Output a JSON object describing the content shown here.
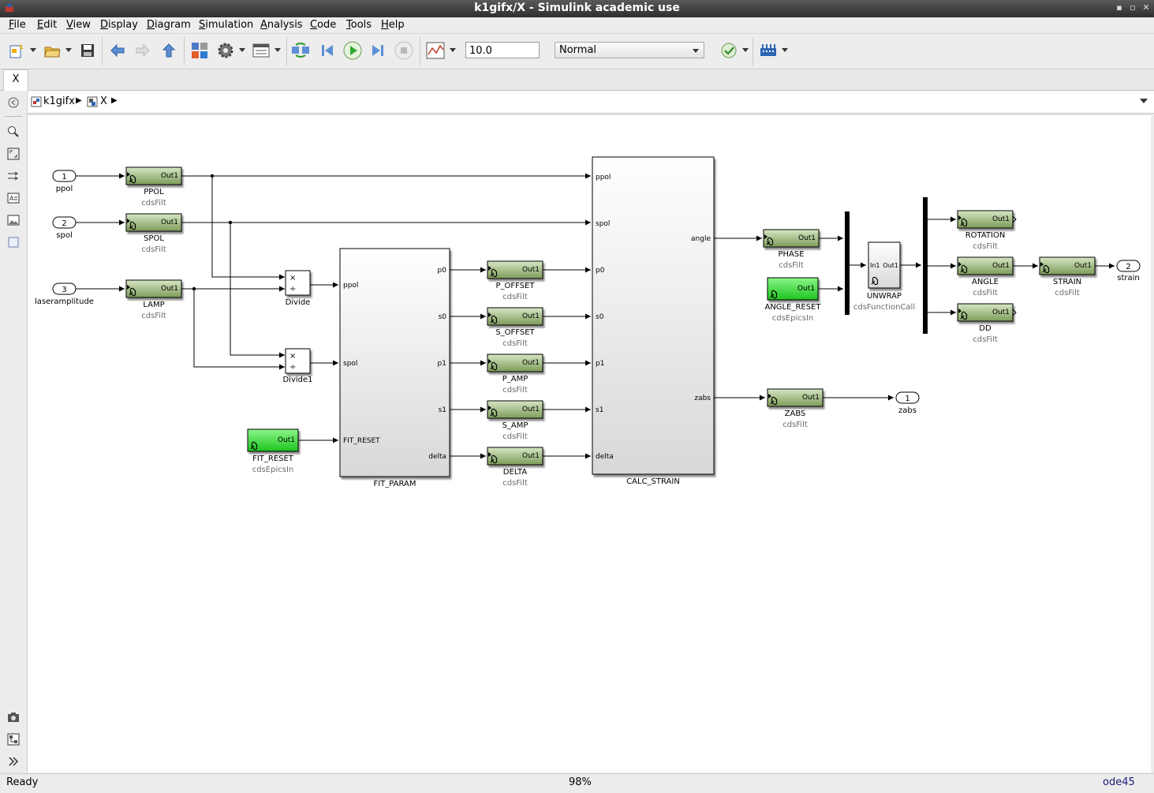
{
  "window": {
    "title": "k1gifx/X - Simulink academic use",
    "min_glyph": "▪",
    "max_glyph": "▫",
    "close_glyph": "✕"
  },
  "menubar": [
    "File",
    "Edit",
    "View",
    "Display",
    "Diagram",
    "Simulation",
    "Analysis",
    "Code",
    "Tools",
    "Help"
  ],
  "menu_underline": [
    "F",
    "E",
    "V",
    "D",
    "D",
    "S",
    "A",
    "C",
    "T",
    "H"
  ],
  "toolbar": {
    "stop_time": "10.0",
    "sim_mode": "Normal"
  },
  "tabs": [
    {
      "label": "X"
    }
  ],
  "breadcrumb": {
    "root": "k1gifx",
    "child": "X",
    "sep": "▶"
  },
  "statusbar": {
    "status": "Ready",
    "zoom": "98%",
    "solver": "ode45"
  },
  "colors": {
    "filt_top": "#cfe0ba",
    "filt_bottom": "#7f9e5c",
    "epics_top": "#7cf27c",
    "epics_bottom": "#20c820",
    "accent": "#1b1b7a"
  },
  "diagram": {
    "inports": [
      {
        "num": "1",
        "label": "ppol"
      },
      {
        "num": "2",
        "label": "spol"
      },
      {
        "num": "3",
        "label": "laseramplitude"
      }
    ],
    "outports": [
      {
        "num": "2",
        "label": "strain"
      },
      {
        "num": "1",
        "label": "zabs"
      }
    ],
    "filt_blocks": [
      {
        "name": "PPOL",
        "lib": "cdsFilt",
        "port": "Out1"
      },
      {
        "name": "SPOL",
        "lib": "cdsFilt",
        "port": "Out1"
      },
      {
        "name": "LAMP",
        "lib": "cdsFilt",
        "port": "Out1"
      },
      {
        "name": "P_OFFSET",
        "lib": "cdsFilt",
        "port": "Out1"
      },
      {
        "name": "S_OFFSET",
        "lib": "cdsFilt",
        "port": "Out1"
      },
      {
        "name": "P_AMP",
        "lib": "cdsFilt",
        "port": "Out1"
      },
      {
        "name": "S_AMP",
        "lib": "cdsFilt",
        "port": "Out1"
      },
      {
        "name": "DELTA",
        "lib": "cdsFilt",
        "port": "Out1"
      },
      {
        "name": "PHASE",
        "lib": "cdsFilt",
        "port": "Out1"
      },
      {
        "name": "ZABS",
        "lib": "cdsFilt",
        "port": "Out1"
      },
      {
        "name": "ROTATION",
        "lib": "cdsFilt",
        "port": "Out1"
      },
      {
        "name": "ANGLE",
        "lib": "cdsFilt",
        "port": "Out1"
      },
      {
        "name": "DD",
        "lib": "cdsFilt",
        "port": "Out1"
      },
      {
        "name": "STRAIN",
        "lib": "cdsFilt",
        "port": "Out1"
      }
    ],
    "epics_blocks": [
      {
        "name": "FIT_RESET",
        "lib": "cdsEpicsIn",
        "port": "Out1"
      },
      {
        "name": "ANGLE_RESET",
        "lib": "cdsEpicsIn",
        "port": "Out1"
      }
    ],
    "divide_blocks": [
      {
        "name": "Divide",
        "ops": [
          "×",
          "÷"
        ]
      },
      {
        "name": "Divide1",
        "ops": [
          "×",
          "÷"
        ]
      }
    ],
    "fit_param": {
      "name": "FIT_PARAM",
      "inputs": [
        "ppol",
        "spol",
        "FIT_RESET"
      ],
      "outputs": [
        "p0",
        "s0",
        "p1",
        "s1",
        "delta"
      ]
    },
    "calc_strain": {
      "name": "CALC_STRAIN",
      "inputs": [
        "ppol",
        "spol",
        "p0",
        "s0",
        "p1",
        "s1",
        "delta"
      ],
      "outputs": [
        "angle",
        "zabs"
      ]
    },
    "unwrap": {
      "name": "UNWRAP",
      "lib": "cdsFunctionCall",
      "in_port": "In1",
      "out_port": "Out1"
    }
  }
}
